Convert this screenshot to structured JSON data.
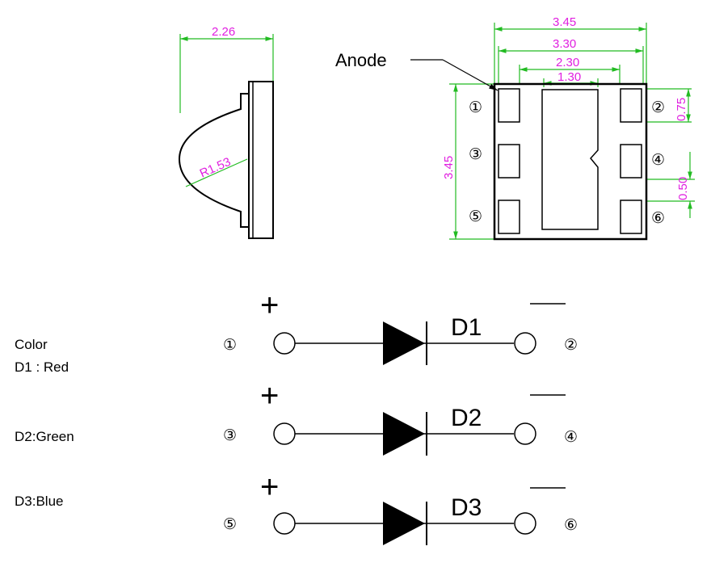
{
  "dimensions": {
    "side_width": "2.26",
    "side_radius": "R1.53",
    "top_overall": "3.45",
    "top_body": "3.30",
    "top_inner": "2.30",
    "top_window": "1.30",
    "height": "3.45",
    "pad_height": "0.75",
    "pad_gap": "0.50"
  },
  "anode_label": "Anode",
  "pin_labels": [
    "①",
    "②",
    "③",
    "④",
    "⑤",
    "⑥"
  ],
  "legend": {
    "color_title": "Color",
    "d1": "D1 : Red",
    "d2": "D2:Green",
    "d3": "D3:Blue"
  },
  "diodes": [
    {
      "name": "D1",
      "plus": "+",
      "minus": "—",
      "anode_pin": "①",
      "cathode_pin": "②"
    },
    {
      "name": "D2",
      "plus": "+",
      "minus": "—",
      "anode_pin": "③",
      "cathode_pin": "④"
    },
    {
      "name": "D3",
      "plus": "+",
      "minus": "—",
      "anode_pin": "⑤",
      "cathode_pin": "⑥"
    }
  ]
}
